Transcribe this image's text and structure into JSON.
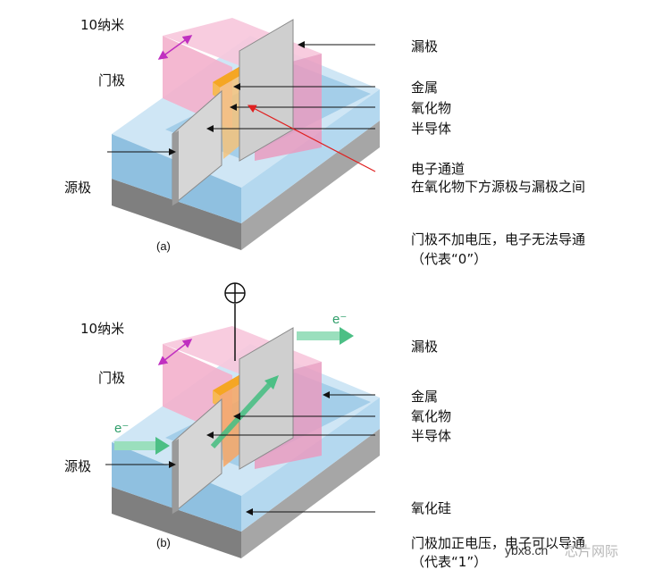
{
  "panel_a": {
    "size_label": "10纳米",
    "gate_label": "门极",
    "source_label": "源极",
    "drain_label": "漏极",
    "metal_label": "金属",
    "oxide_label": "氧化物",
    "semiconductor_label": "半导体",
    "channel_line1": "电子通道",
    "channel_line2": "在氧化物下方源极与漏极之间",
    "state_line1": "门极不加电压，电子无法导通",
    "state_line2": "（代表“0”）",
    "caption": "(a)"
  },
  "panel_b": {
    "size_label": "10纳米",
    "gate_label": "门极",
    "source_label": "源极",
    "drain_label": "漏极",
    "metal_label": "金属",
    "oxide_label": "氧化物",
    "semiconductor_label": "半导体",
    "silicon_oxide_label": "氧化硅",
    "state_line1": "门极加正电压，电子可以导通",
    "state_line2": "（代表“1”）",
    "caption": "(b)",
    "electron_in": "e⁻",
    "electron_out": "e⁻",
    "plus_symbol": "⊕"
  },
  "watermark": {
    "site": "ybx8.cn",
    "brand": "芯片网际"
  },
  "colors": {
    "gate_pink": "#f0a8c8",
    "metal_orange": "#f5a623",
    "fin_gray": "#c8c8c8",
    "oxide_blue": "#a9d4ec",
    "base_gray": "#8a8a8a",
    "arrow_red": "#e02020",
    "arrow_purple": "#c030c0",
    "electron_green": "#4cbf85"
  }
}
